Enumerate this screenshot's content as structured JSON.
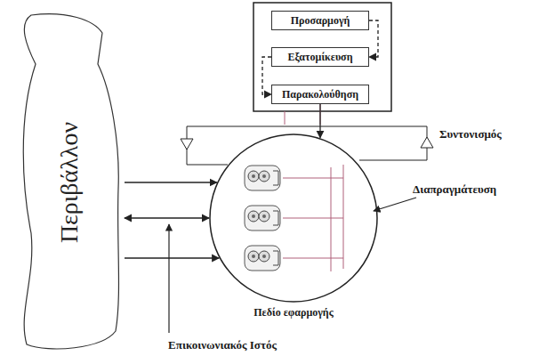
{
  "diagram": {
    "nodes": [
      {
        "text": [
          "Περιβάλλον"
        ]
      },
      {
        "text": [
          "Προσαρμογή"
        ]
      },
      {
        "text": [
          "Εξατομίκευση"
        ]
      },
      {
        "text": [
          "Παρακολούθηση"
        ]
      },
      {
        "text": [
          "Πεδίο εφαρμογής"
        ]
      }
    ],
    "edges": [
      {
        "from": 0,
        "to": 4,
        "arrow": "both"
      },
      {
        "from": 0,
        "to": 4,
        "arrow": "to"
      },
      {
        "from": 0,
        "to": 4,
        "arrow": "to"
      },
      {
        "from": 1,
        "to": 2,
        "arrow": "to"
      },
      {
        "from": 2,
        "to": 3,
        "arrow": "to"
      },
      {
        "from": 3,
        "to": 4,
        "arrow": "to"
      }
    ],
    "labels": [
      "Συντονισμός",
      "Διαπραγμάτευση",
      "Επικοινωνιακός Ιστός"
    ]
  }
}
